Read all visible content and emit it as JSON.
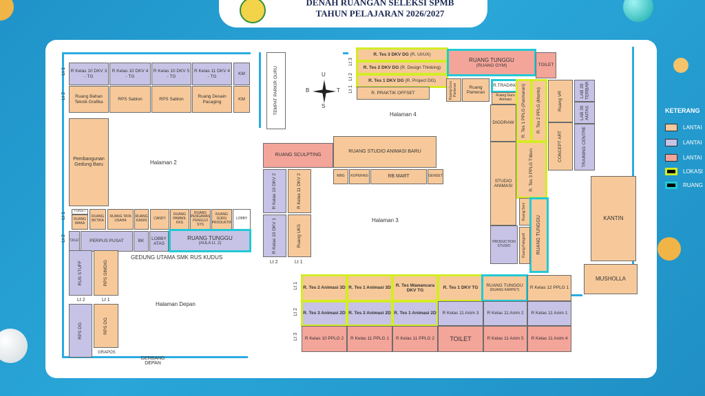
{
  "header": {
    "line1": "DENAH RUANGAN SELEKSI SPMB",
    "line2": "TAHUN PELAJARAN 2026/2027"
  },
  "compass": {
    "n": "U",
    "s": "S",
    "w": "B",
    "e": "T"
  },
  "legend": {
    "title": "KETERANG",
    "items": [
      "LANTAI",
      "LANTAI",
      "LANTAI",
      "LOKASI",
      "RUANG"
    ],
    "colors": [
      "#f7c99a",
      "#c7c3e6",
      "#f4a59a",
      "#d4ec25",
      "#21c9d6"
    ]
  },
  "areas": {
    "halaman2": "Halaman 2",
    "halaman3": "Halaman 3",
    "halaman4": "Halaman 4",
    "depan": "Halaman Depan",
    "gedung": "GEDUNG UTAMA SMK RUS KUDUS",
    "gerbang": "GERBANG DEPAN",
    "parkir": "TEMPAT PARKIR GURU",
    "grapos": "GRAPOS"
  },
  "floors": {
    "lt1": "Lt 1",
    "lt2": "Lt 2",
    "lt3": "Lt 3"
  },
  "rooms": {
    "dkv3": "R Kelas 10 DKV 3 - TG",
    "dkv4": "R Kelas 10 DKV 4 - TG",
    "dkv5": "R Kelas 10 DKV 5 - TG",
    "dkv11_4": "R Kelas 11 DKV 4 - TG",
    "km1": "KM",
    "bahan": "Ruang Bahan Teknik Grafika",
    "rps1": "RPS Sablon",
    "rps2": "RPS Sablon",
    "desain": "Ruang Desain Pacaging",
    "km2": "KM",
    "pembangunan": "Pembangunan Gedung Baru",
    "toilet1": "TOILET",
    "waka": "RUANG WAKA",
    "bk1": "RUANG BKTIKA",
    "tu": "RUANG TATA USAHA",
    "kadin": "RUANG KADIN",
    "cndy": "CANDY",
    "pamwkl": "RUANG PAMWIL KKS",
    "pengawas": "RUANG PENGAWAS PENGUJI SYS",
    "guru": "RUANG GURU PRODUKTIF",
    "lobby0": "LOBBY",
    "toilet2": "TOILET",
    "perpus": "PERPUS PUSAT",
    "bk2": "BK",
    "lobby": "LOBBY ATAS",
    "tunggu_aula": "RUANG TUNGGU",
    "aula": "(AULA Lt. 2)",
    "stuff": "RUS STUFF",
    "simdig": "RPS SIMDIG",
    "rpsdg1": "RPS DG",
    "rpsdg2": "RPS DG",
    "tes3dkv": "R. Tes 3 DKV DG",
    "uiux": "(R. UI/UX)",
    "tes2dkv": "R. Tes 2 DKV DG",
    "design": "(R. Design Thinking)",
    "tes1dkv": "R. Tes 1 DKV DG",
    "project": "(R. Project DG)",
    "offset": "R. PRAKTIK OFFSET",
    "tunggu_gym": "RUANG TUNGGU",
    "gym": "(RUANG GYM)",
    "toilet3": "TOILET",
    "rgpameran": "Ruang Guru Pameran",
    "pameran": "Ruang Pameran",
    "rtrading": "R.TRADING",
    "rgani": "Ruang Guru Animasi",
    "tes1pplg": "R. Tes 1 PPLG (Pasmaran)",
    "tes2pplg": "R. Tes 2 PPLG (Manto)",
    "ruangvr": "Ruang VR",
    "lab30": "LAB 30 TERBAR",
    "lab30b": "LAB 30 ANTAS",
    "concept": "CONCEPT ART",
    "training": "TRAINING CENTRE",
    "digdraw": "DIGDRAW",
    "tes3pplg": "R. Tes 3 PPLG Tribun",
    "studio_anim": "STUDIO ANIMASI",
    "ruang_seni": "Ruang Seni",
    "tunggu_tribun": "RUANG TUNGGU",
    "prod_studio": "PRODUCTION STUDIO",
    "fotografi": "Ruang Fotografi",
    "kantin": "KANTIN",
    "musholla": "MUSHOLLA",
    "sculpting": "RUANG SCULPTING",
    "studio_baru": "RUANG STUDIO ANIMASI BARU",
    "mbg": "MBG",
    "koperasi": "KOPERASI",
    "rbmart": "RB MART",
    "genset": "GENSET",
    "dkv2_10": "R Kelas 10 DKV 2",
    "dkv2_11": "R Kelas 11 DKV 2",
    "dkv1_10": "R Kelas 10 DKV 1",
    "uks": "Ruang UKS",
    "tes2_3d": "R. Tes 2 Animasi 3D",
    "tes1_3d": "R. Tes 1 Animasi 3D",
    "wawancara": "R. Tes Wawancara DKV TG",
    "tes1_dkv_tg": "R. Tes 1 DKV TG",
    "tunggu_karpet": "RUANG TUNGGU",
    "karpet": "(RUANG KARPET)",
    "pplg12_1": "R Kelas 12 PPLG 1",
    "tes3_2d": "R. Tes 3 Animasi 2D",
    "tes2_2d": "R. Tes 2 Animasi 2D",
    "tes1_2d": "R. Tes 1 Animasi 2D",
    "anim3": "R Kelas 11 Anim 3",
    "anim2": "R Kelas 11 Anim 2",
    "anim1": "R Kelas 11 Anim 1",
    "pplg10_2": "R Kelas 10 PPLG 2",
    "pplg11_1": "R Kelas 11 PPLG 1",
    "pplg11_2": "R Kelas 11 PPLG 2",
    "toilet4": "TOILET",
    "anim5": "R Kelas 11 Anim 5",
    "anim4": "R Kelas 11 Anim 4"
  }
}
